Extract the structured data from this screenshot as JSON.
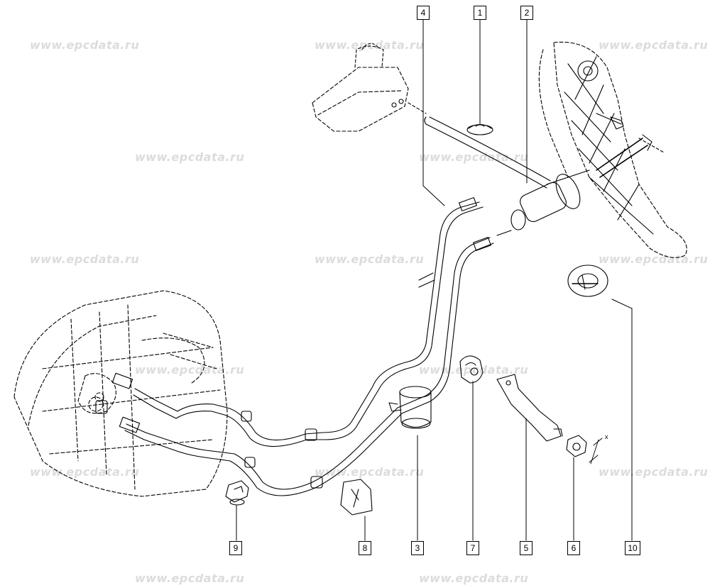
{
  "watermark": "www.epcdata.ru",
  "callouts": {
    "c1": "1",
    "c2": "2",
    "c3": "3",
    "c4": "4",
    "c5": "5",
    "c6": "6",
    "c7": "7",
    "c8": "8",
    "c9": "9",
    "c10": "10"
  },
  "dimension_label": "x",
  "colors": {
    "line": "#000000",
    "watermark": "#dcdcdc",
    "background": "#ffffff"
  }
}
